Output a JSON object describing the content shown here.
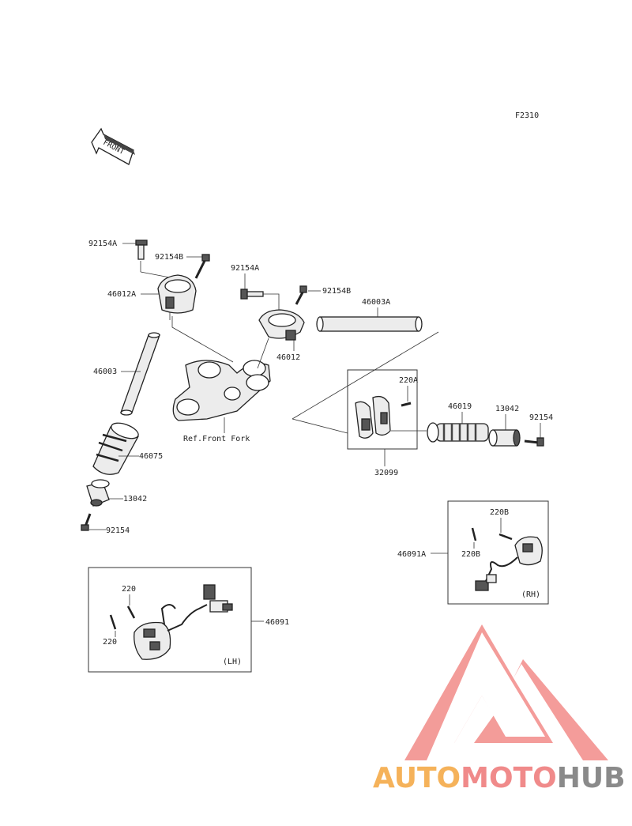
{
  "diagram_code": "F2310",
  "front_arrow_label": "FRONT",
  "ref_label": "Ref.Front Fork",
  "parts": {
    "p92154A_left": "92154A",
    "p92154B_left": "92154B",
    "p46012A": "46012A",
    "p46003": "46003",
    "p46075": "46075",
    "p13042_left": "13042",
    "p92154_left": "92154",
    "p92154A_right": "92154A",
    "p92154B_right": "92154B",
    "p46003A": "46003A",
    "p46012": "46012",
    "p220A": "220A",
    "p46019": "46019",
    "p13042_right": "13042",
    "p92154_right": "92154",
    "p32099": "32099",
    "p220B_top": "220B",
    "p220B_left": "220B",
    "p46091A": "46091A",
    "p220_top": "220",
    "p220_left": "220",
    "p46091": "46091"
  },
  "side_labels": {
    "rh": "(RH)",
    "lh": "(LH)"
  },
  "watermark": {
    "part1": "AUTO",
    "part2": "MOTO",
    "part3": "HUB",
    "color_orange": "#f5b25a",
    "color_pink": "#f08a8a",
    "color_gray": "#8a8a8a",
    "logo_color": "#f28b88"
  }
}
